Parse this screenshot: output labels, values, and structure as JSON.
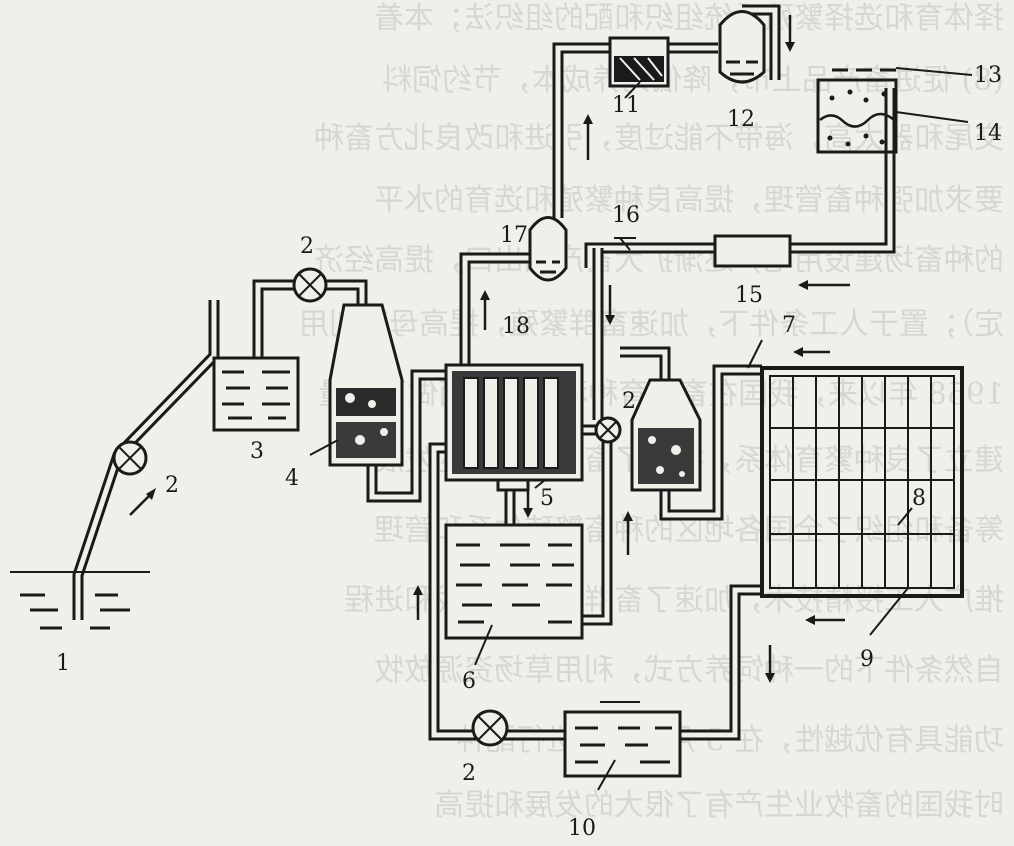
{
  "labels": {
    "l1": "1",
    "l2a": "2",
    "l2b": "2",
    "l2c": "2",
    "l2d": "2",
    "l3": "3",
    "l4": "4",
    "l5": "5",
    "l6": "6",
    "l7": "7",
    "l8": "8",
    "l9": "9",
    "l10": "10",
    "l11": "11",
    "l12": "12",
    "l13": "13",
    "l14": "14",
    "l15": "15",
    "l16": "16",
    "l17": "17",
    "l18": "18"
  },
  "background_text": [
    "择体育和选择繁殖系统组织和配的组织法；本着",
    "(8) 促进畜产品上市，降低饲养成本，节约饲料",
    "交尾和器太高，海带不能过度，引进和改良北方畜种",
    "要求加强种畜管理，提高良种繁殖和选育的水平",
    "的种畜场建设用地，逐渐扩大畜产品出口，提高经济",
    "定）；置于人工条件下，加速畜群繁殖，提高母畜利用",
    "1958 年以来，我国在畜禽育种和饲料方面做了大量",
    "建立了良种繁育体系，推动了畜牧业生产的发展",
    "筹备和组织了全国各地区的种畜繁殖体系和管理",
    "推广人工授精技术，加速了畜群改良的步伐和进程",
    "自然条件下的一种饲养方式，利用草场资源放牧",
    "功能具有优越性，在 5 月份前后进行配种",
    "时我国的畜牧业生产有了很大的发展和提高"
  ]
}
